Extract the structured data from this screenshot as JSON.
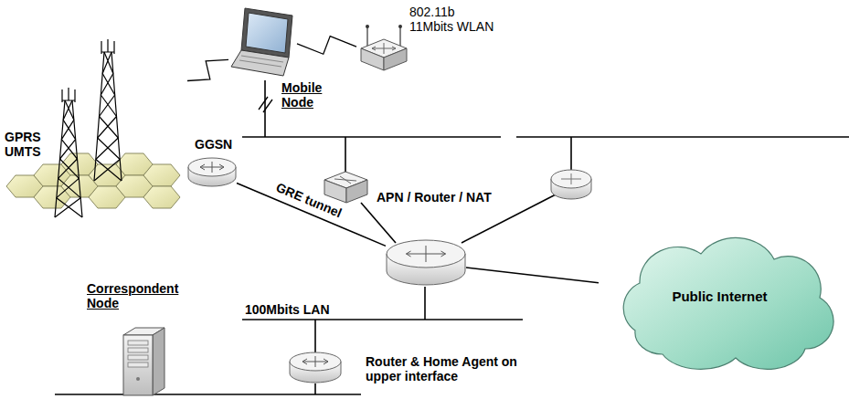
{
  "diagram": {
    "nodes": [
      {
        "text": [
          "GPRS UMTS"
        ]
      },
      {
        "text": [
          "GGSN"
        ]
      },
      {
        "text": [
          "Mobile Node"
        ]
      },
      {
        "text": [
          "802.11b 11Mbits WLAN"
        ]
      },
      {
        "text": [
          "APN / Router / NAT"
        ]
      },
      {
        "text": [
          "Public Internet"
        ]
      },
      {
        "text": [
          "Correspondent Node"
        ]
      },
      {
        "text": [
          "Router & Home Agent on upper interface"
        ]
      }
    ],
    "edges": [
      {
        "from": 1,
        "to": 4,
        "label": "GRE tunnel",
        "arrow": "none"
      },
      {
        "from": 4,
        "to": 5,
        "arrow": "none"
      },
      {
        "from": 2,
        "to": 0,
        "arrow": "none"
      },
      {
        "from": 2,
        "to": 3,
        "arrow": "none"
      }
    ],
    "labels": [
      "100Mbits LAN"
    ]
  }
}
